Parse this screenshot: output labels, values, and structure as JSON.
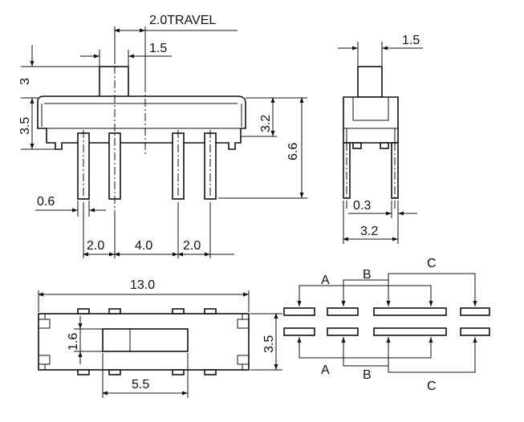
{
  "dimensions": {
    "travel": "2.0TRAVEL",
    "actuator_width_front": "1.5",
    "actuator_height": "3",
    "body_height": "3.5",
    "pin_height_right": "3.2",
    "total_height": "6.6",
    "pin_width": "0.6",
    "pitch_left": "2.0",
    "pitch_mid": "4.0",
    "pitch_right": "2.0",
    "actuator_width_side": "1.5",
    "pin_thickness_side": "0.3",
    "side_width": "3.2",
    "length": "13.0",
    "actuator_window_height": "1.6",
    "body_width_top": "3.5",
    "actuator_window_length": "5.5"
  },
  "circuit_labels": {
    "a_top": "A",
    "b_top": "B",
    "c_top": "C",
    "a_bottom": "A",
    "b_bottom": "B",
    "c_bottom": "C"
  }
}
